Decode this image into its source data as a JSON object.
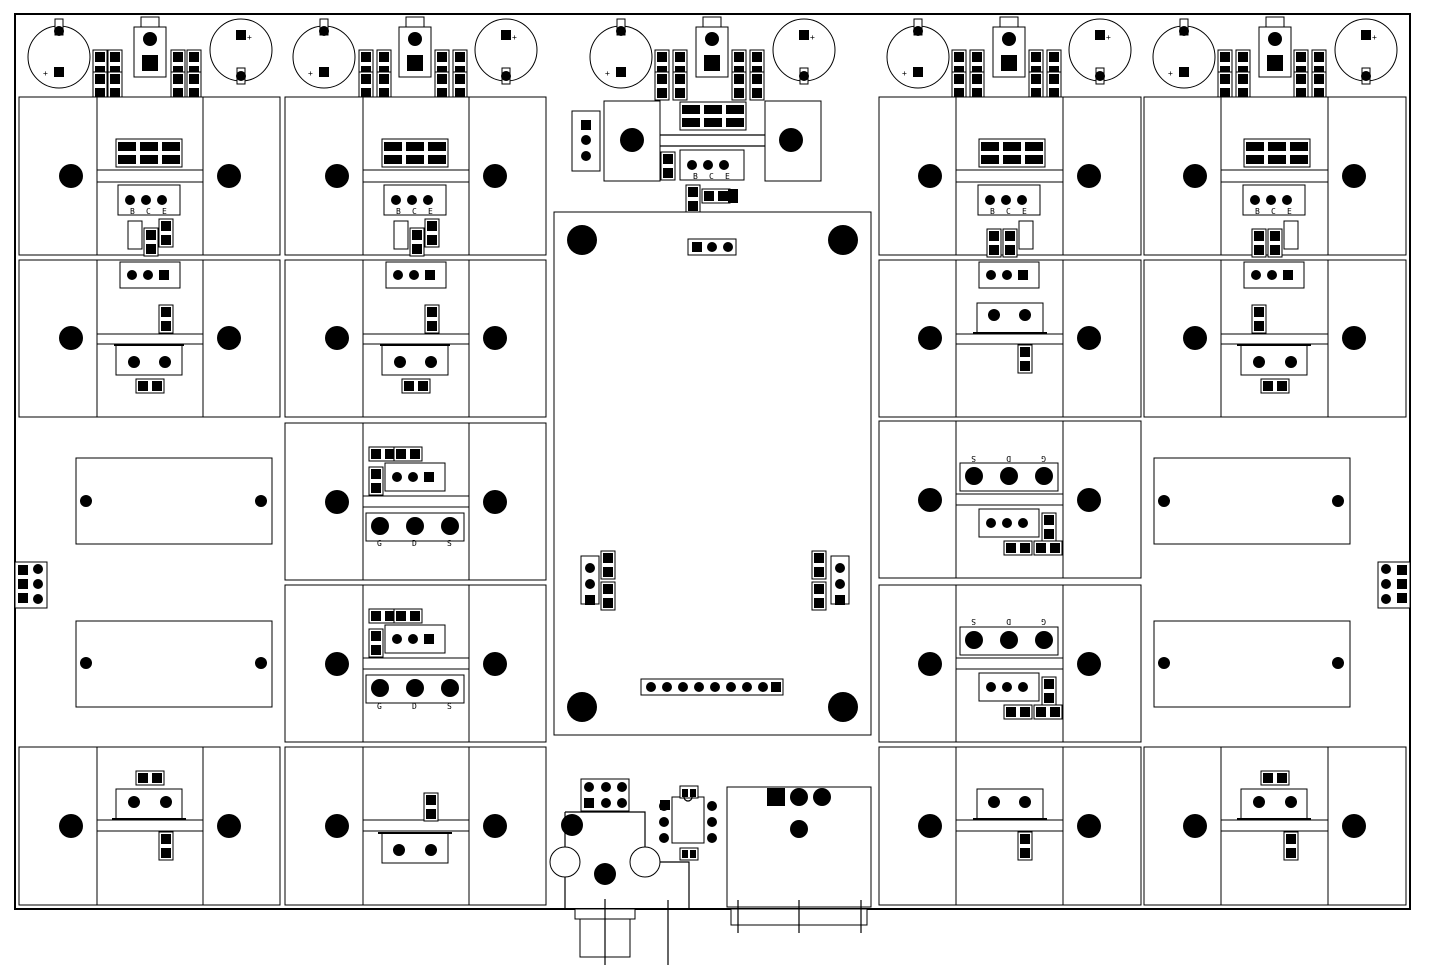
{
  "board": {
    "outline_color": "#000000",
    "background": "#ffffff",
    "mark_color": "#000000"
  },
  "labels": {
    "bce": [
      "B",
      "C",
      "E"
    ],
    "gds": [
      "G",
      "D",
      "S"
    ],
    "sdg": [
      "S",
      "D",
      "G"
    ],
    "plus": "+"
  }
}
